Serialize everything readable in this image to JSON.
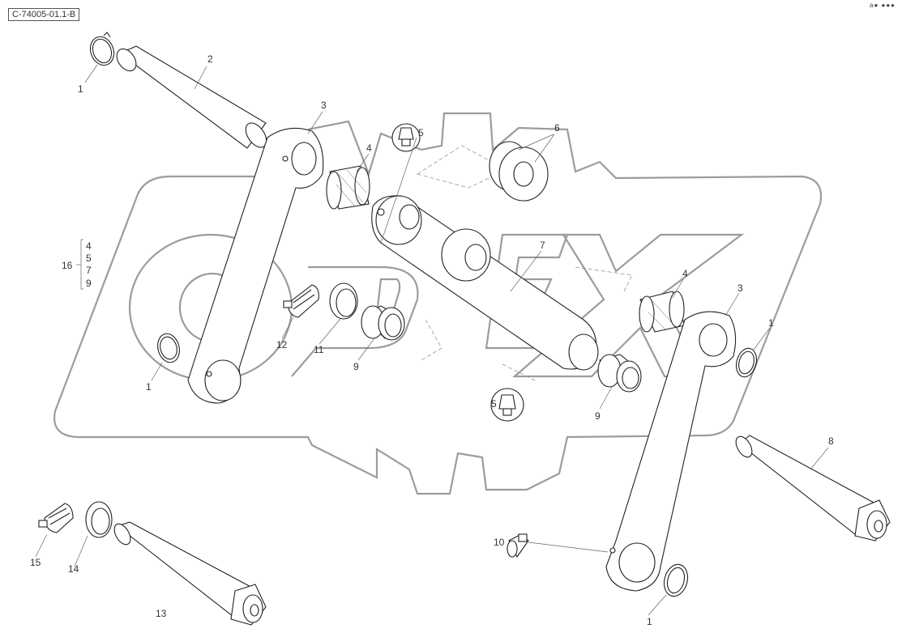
{
  "reference_code": "C-74005-01.1-B",
  "corner_mark": "a● ●●●",
  "callouts": [
    {
      "id": "c1a",
      "label": "1"
    },
    {
      "id": "c2",
      "label": "2"
    },
    {
      "id": "c3a",
      "label": "3"
    },
    {
      "id": "c4a",
      "label": "4"
    },
    {
      "id": "c5a",
      "label": "5"
    },
    {
      "id": "c6",
      "label": "6"
    },
    {
      "id": "c7",
      "label": "7"
    },
    {
      "id": "c4b",
      "label": "4"
    },
    {
      "id": "c3b",
      "label": "3"
    },
    {
      "id": "c1b",
      "label": "1"
    },
    {
      "id": "c12",
      "label": "12"
    },
    {
      "id": "c11",
      "label": "11"
    },
    {
      "id": "c9a",
      "label": "9"
    },
    {
      "id": "c1c",
      "label": "1"
    },
    {
      "id": "c5b",
      "label": "5"
    },
    {
      "id": "c9b",
      "label": "9"
    },
    {
      "id": "c8",
      "label": "8"
    },
    {
      "id": "c10",
      "label": "10"
    },
    {
      "id": "c15",
      "label": "15"
    },
    {
      "id": "c14",
      "label": "14"
    },
    {
      "id": "c13",
      "label": "13"
    },
    {
      "id": "c1d",
      "label": "1"
    }
  ],
  "kit": {
    "label": "16",
    "items": [
      "4",
      "5",
      "7",
      "9"
    ]
  }
}
